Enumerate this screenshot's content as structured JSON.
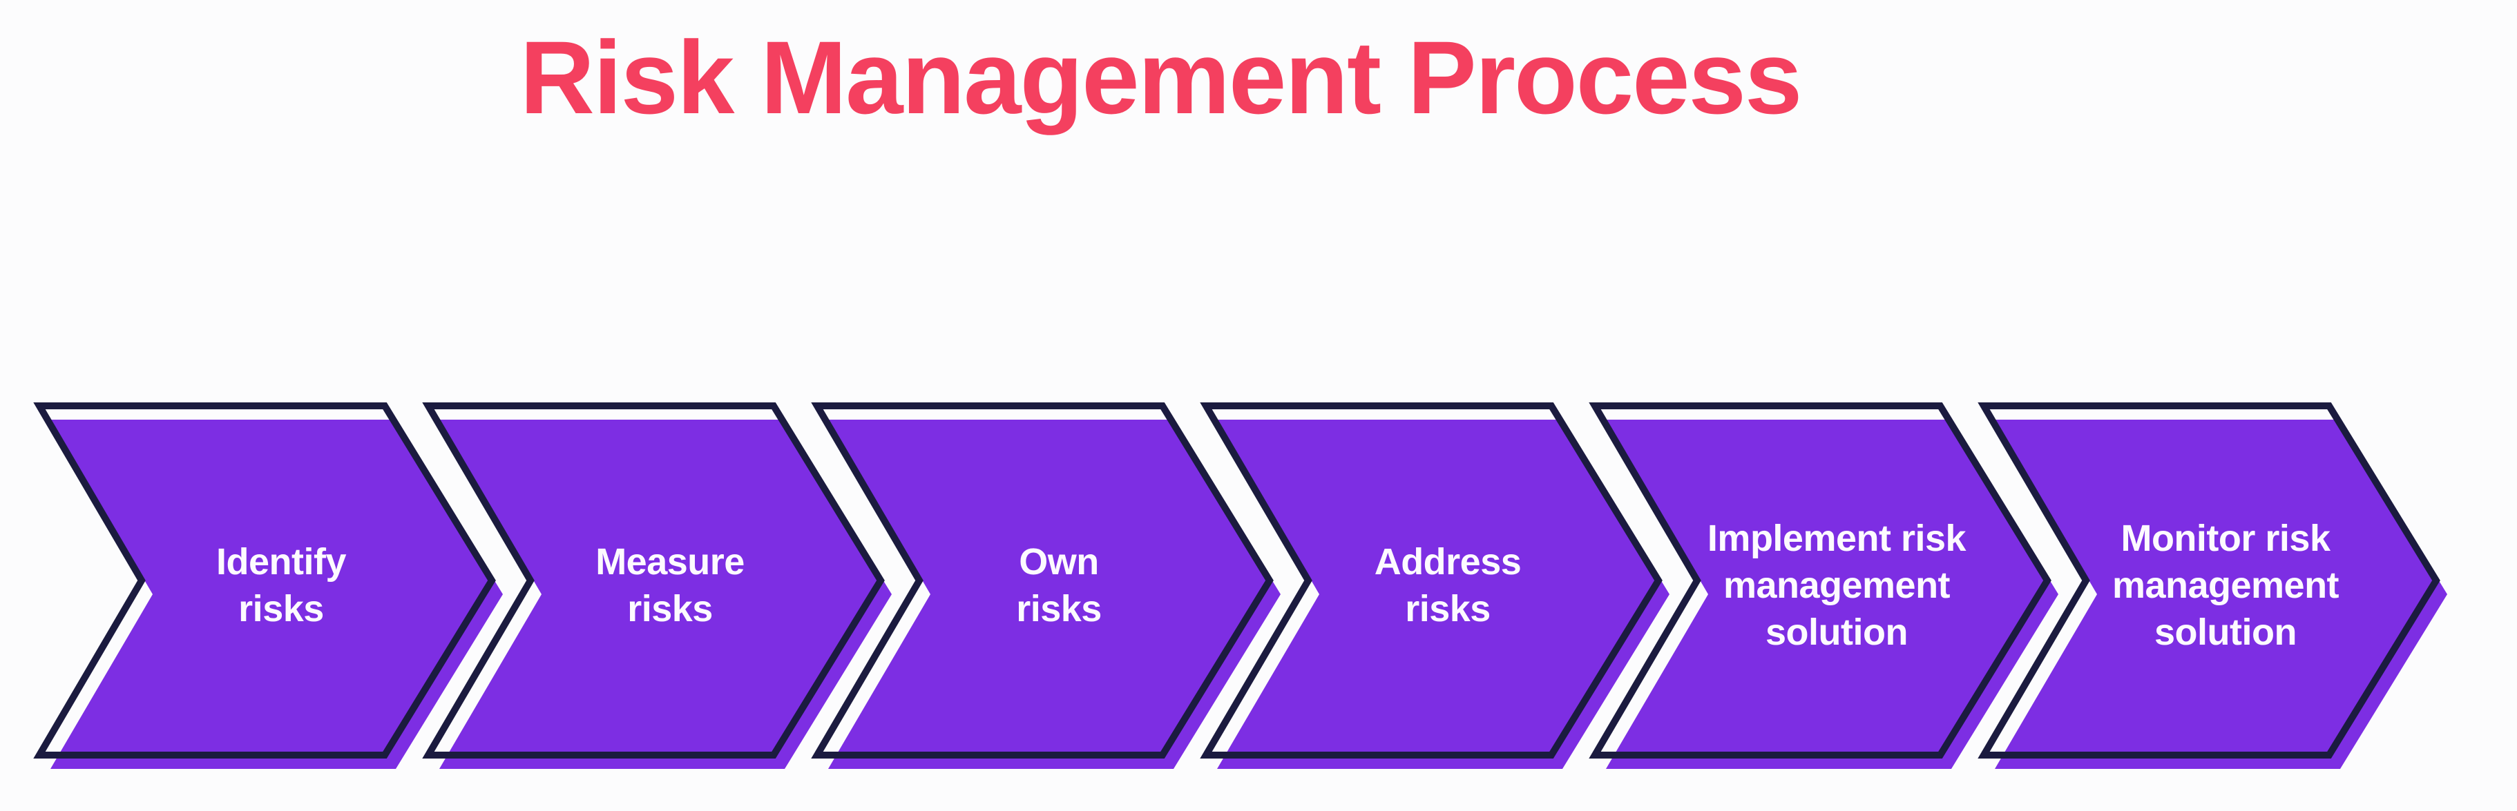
{
  "title": {
    "text": "Risk Management Process",
    "color": "#f4405f"
  },
  "diagram": {
    "type": "process-flow",
    "direction": "left-to-right",
    "step_shape": "chevron-arrow",
    "steps": [
      {
        "label": "Identify\nrisks"
      },
      {
        "label": "Measure\nrisks"
      },
      {
        "label": "Own\nrisks"
      },
      {
        "label": "Address\nrisks"
      },
      {
        "label": "Implement risk\nmanagement\nsolution"
      },
      {
        "label": "Monitor risk\nmanagement\nsolution"
      }
    ]
  },
  "colors": {
    "step_fill": "#7d2ee3",
    "step_outline": "#1b1b3f",
    "label_text": "#fdfaff",
    "title_text": "#f4405f",
    "background": "#fcfcfd"
  }
}
